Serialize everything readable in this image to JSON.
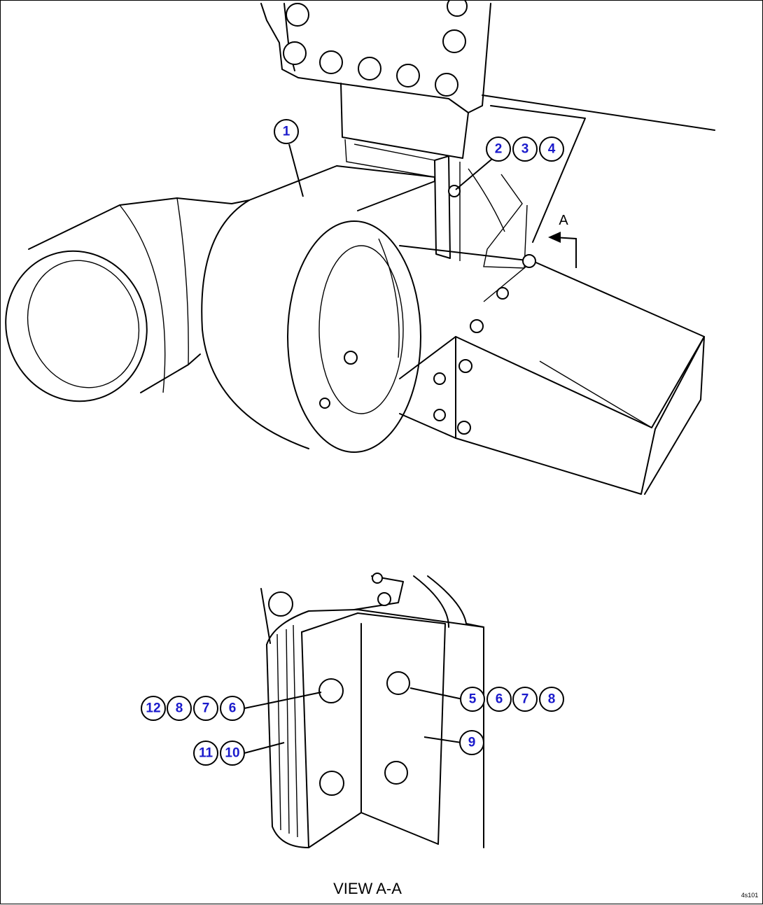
{
  "callouts": {
    "c1": "1",
    "c2": "2",
    "c3": "3",
    "c4": "4",
    "c5": "5",
    "c6a": "6",
    "c7a": "7",
    "c8a": "8",
    "c9": "9",
    "c10": "10",
    "c11": "11",
    "c12": "12",
    "c8b": "8",
    "c7b": "7",
    "c6b": "6"
  },
  "labels": {
    "section_arrow": "A",
    "view_title": "VIEW A-A",
    "drawing_code": "4s101"
  },
  "colors": {
    "callout_text": "#1a1acc",
    "line": "#000000"
  }
}
